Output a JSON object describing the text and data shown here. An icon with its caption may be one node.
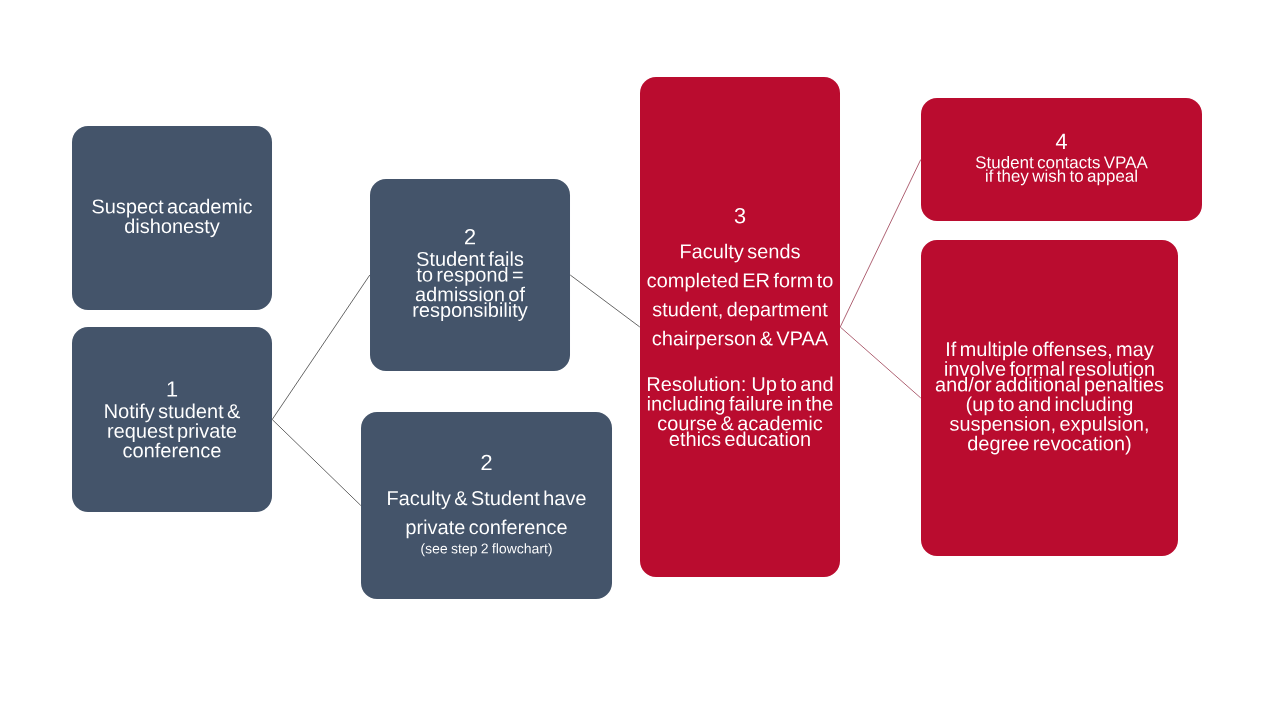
{
  "diagram": {
    "nodes": [
      {
        "text": [
          "Suspect academic dishonesty"
        ]
      },
      {
        "text": [
          "1",
          "Notify student & request private conference"
        ]
      },
      {
        "text": [
          "2",
          "Student fails to respond = admission of responsibility"
        ]
      },
      {
        "text": [
          "2",
          "Faculty & Student have private conference",
          "(see step 2 flowchart)"
        ]
      },
      {
        "text": [
          "3",
          "Faculty sends completed ER form to student, department chairperson & VPAA",
          "Resolution: Up to and including failure in the course & academic ethics education"
        ]
      },
      {
        "text": [
          "4",
          "Student contacts VPAA if they wish to appeal"
        ]
      },
      {
        "text": [
          "If multiple offenses, may involve formal resolution and/or additional penalties (up to and including suspension, expulsion, degree revocation)"
        ]
      }
    ],
    "edges": [
      {
        "from": 1,
        "to": 2,
        "arrow": "none"
      },
      {
        "from": 1,
        "to": 3,
        "arrow": "none"
      },
      {
        "from": 2,
        "to": 4,
        "arrow": "none"
      },
      {
        "from": 4,
        "to": 5,
        "arrow": "none",
        "color": "#9a3b50"
      },
      {
        "from": 4,
        "to": 6,
        "arrow": "none",
        "color": "#9a3b50"
      }
    ]
  }
}
